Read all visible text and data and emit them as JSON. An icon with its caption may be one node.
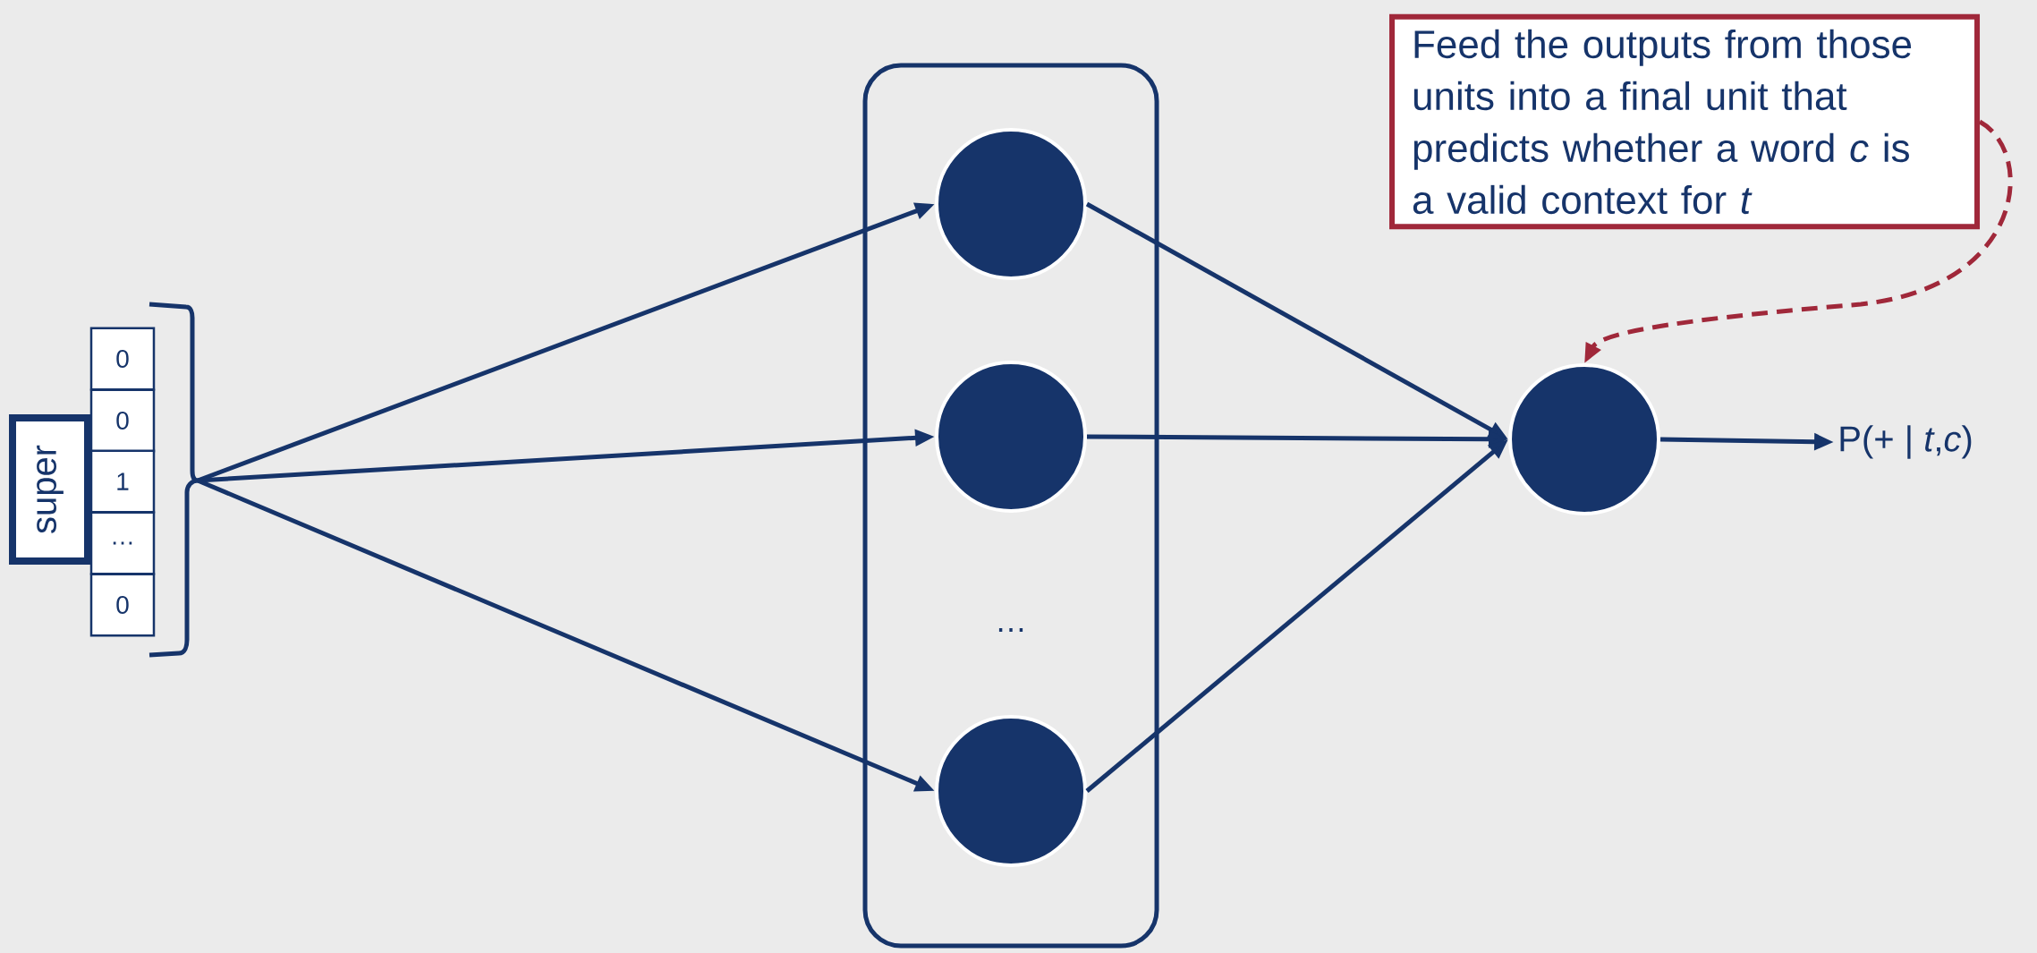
{
  "diagram": {
    "nodes": [
      {
        "text": [
          "super"
        ]
      },
      {
        "text": [
          "0"
        ]
      },
      {
        "text": [
          "0"
        ]
      },
      {
        "text": [
          "1"
        ]
      },
      {
        "text": [
          "…"
        ]
      },
      {
        "text": [
          "0"
        ]
      },
      {
        "text": [],
        "shape": "bracket"
      },
      {
        "text": [],
        "shape": "box"
      },
      {
        "text": [],
        "shape": "circle",
        "in": 7
      },
      {
        "text": [],
        "shape": "circle",
        "in": 7
      },
      {
        "text": [],
        "shape": "circle",
        "in": 7
      },
      {
        "text": [],
        "shape": "circle"
      },
      {
        "text": [
          "P(+ | *t*,*c*)"
        ]
      },
      {
        "text": [
          "Feed the outputs from those units into a final unit that predicts whether a word *c* is a valid context for *t*"
        ]
      }
    ],
    "edges": [
      {
        "from": 6,
        "to": 8,
        "arrow": "to"
      },
      {
        "from": 6,
        "to": 9,
        "arrow": "to"
      },
      {
        "from": 6,
        "to": 10,
        "arrow": "to"
      },
      {
        "from": 8,
        "to": 11,
        "arrow": "to"
      },
      {
        "from": 9,
        "to": 11,
        "arrow": "to"
      },
      {
        "from": 10,
        "to": 11,
        "arrow": "to"
      },
      {
        "from": 11,
        "to": 12,
        "arrow": "to"
      },
      {
        "from": 13,
        "to": 11,
        "arrow": "to",
        "style": "dashed",
        "color": "#a0283a"
      }
    ],
    "labels": [
      "…"
    ]
  }
}
